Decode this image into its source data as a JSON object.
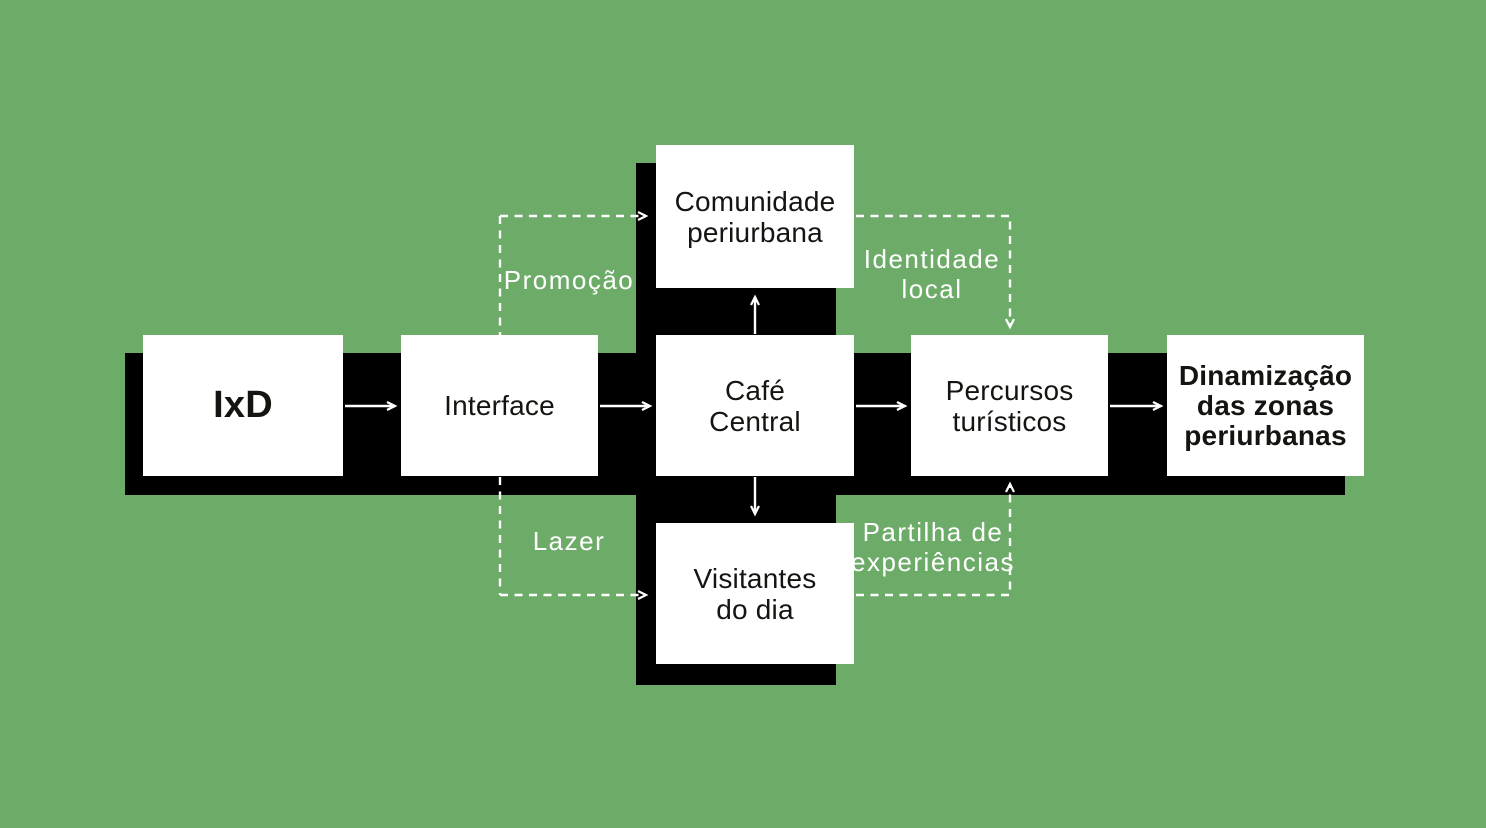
{
  "colors": {
    "background": "#6dac68",
    "band": "#000000",
    "node_fill": "#ffffff",
    "node_text": "#141411",
    "connector": "#ffffff"
  },
  "diagram": {
    "nodes": {
      "ixd": {
        "label": "IxD"
      },
      "interface": {
        "label": "Interface"
      },
      "cafe": {
        "label": "Café\nCentral"
      },
      "comunidade": {
        "label": "Comunidade\nperiurbana"
      },
      "visitantes": {
        "label": "Visitantes\ndo dia"
      },
      "percursos": {
        "label": "Percursos\nturísticos"
      },
      "dinamizacao": {
        "label": "Dinamização\ndas zonas\nperiurbanas"
      }
    },
    "edge_labels": {
      "promocao": "Promoção",
      "identidade": "Identidade\nlocal",
      "lazer": "Lazer",
      "partilha": "Partilha de\nexperiências"
    }
  }
}
